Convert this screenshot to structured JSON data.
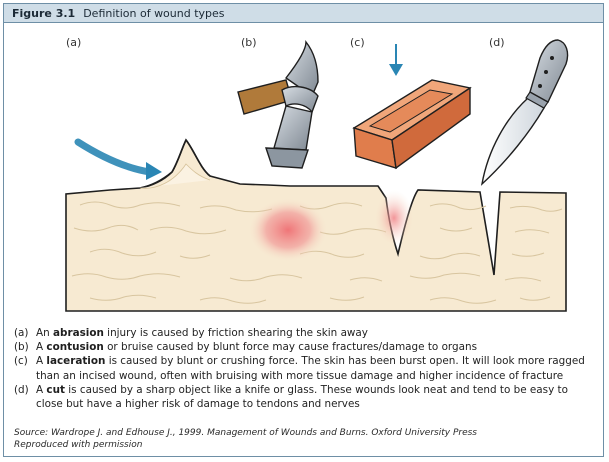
{
  "figure": {
    "number": "Figure 3.1",
    "title": "Definition of wound types"
  },
  "panels": {
    "a": "(a)",
    "b": "(b)",
    "c": "(c)",
    "d": "(d)"
  },
  "captions": [
    {
      "letter": "(a)",
      "pre": "An ",
      "term": "abrasion",
      "post": " injury is caused by friction shearing the skin away"
    },
    {
      "letter": "(b)",
      "pre": "A ",
      "term": "contusion",
      "post": " or bruise caused by blunt force may cause fractures/damage to organs"
    },
    {
      "letter": "(c)",
      "pre": "A ",
      "term": "laceration",
      "post": " is caused by blunt or crushing force. The skin has been burst open. It will look more ragged than an incised wound, often with bruising with more tissue damage and higher incidence of fracture"
    },
    {
      "letter": "(d)",
      "pre": "A ",
      "term": "cut",
      "post": " is caused by a sharp object like a knife or glass. These wounds look neat and tend to be easy to close but have a higher risk of damage to tendons and nerves"
    }
  ],
  "source": {
    "line1": "Source: Wardrope J. and Edhouse J., 1999. Management of Wounds and Burns. Oxford University Press",
    "line2": "Reproduced with permission"
  },
  "colors": {
    "frame": "#6e8fa6",
    "header_bg": "#cfdde7",
    "skin_fill": "#f7ead2",
    "skin_line": "#d7c5a0",
    "bruise": "#ef6f73",
    "arrow_blue": "#2a86b4",
    "brick": "#e58a5a",
    "hammer_handle": "#b07a3a",
    "metal": "#9aa3ad"
  }
}
